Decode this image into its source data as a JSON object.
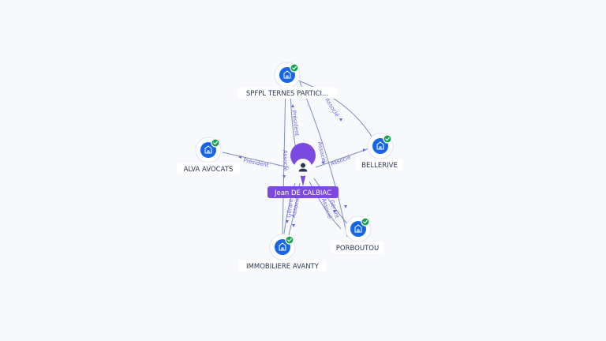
{
  "center_person": {
    "label": "Jean DE CALBIAC",
    "icon": "person-icon"
  },
  "companies": [
    {
      "id": "sfppl",
      "label": "SPFPL TERNES PARTICI...",
      "icon": "building-icon",
      "verified": true
    },
    {
      "id": "alva",
      "label": "ALVA AVOCATS",
      "icon": "building-icon",
      "verified": true
    },
    {
      "id": "bellerive",
      "label": "BELLERIVE",
      "icon": "building-icon",
      "verified": true
    },
    {
      "id": "porboutou",
      "label": "PORBOUTOU",
      "icon": "building-icon",
      "verified": true
    },
    {
      "id": "immobiliere",
      "label": "IMMOBILIERE AVANTY",
      "icon": "building-icon",
      "verified": true
    }
  ],
  "relations": {
    "sfppl_president": "Président",
    "sfppl_associe": "Associé",
    "alva_president": "Président",
    "bellerive_associe": "Associé",
    "porboutou_gerant": "Gérant",
    "porboutou_associe": "Associé",
    "immobiliere_gerant": "Gérant",
    "immobiliere_associe": "Associé",
    "sfppl_bellerive_associe": "Associé",
    "sfppl_porboutou_associe": "Associé",
    "sfppl_immobiliere_associe": "Associé"
  },
  "colors": {
    "background": "#f7f9fd",
    "company_icon": "#1565e6",
    "verified_badge": "#12a150",
    "person_accent": "#7c4ae0",
    "edge": "#7d8fb3",
    "edge_label": "#6c63d9"
  }
}
